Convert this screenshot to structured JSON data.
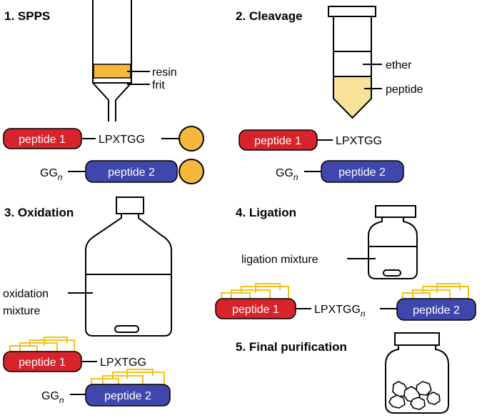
{
  "steps": {
    "spps": "1. SPPS",
    "cleavage": "2. Cleavage",
    "oxidation": "3. Oxidation",
    "ligation": "4. Ligation",
    "final": "5. Final purification"
  },
  "labels": {
    "resin": "resin",
    "frit": "frit",
    "ether": "ether",
    "peptide": "peptide",
    "oxidation_mixture_line1": "oxidation",
    "oxidation_mixture_line2": "mixture",
    "ligation_mixture": "ligation mixture"
  },
  "molecules": {
    "peptide1": "peptide 1",
    "peptide2": "peptide 2",
    "motif": "LPXTGG",
    "gg": "GG",
    "n": "n"
  },
  "colors": {
    "peptide1": "#d7232b",
    "peptide2": "#3f47ad",
    "resin": "#f6b83c",
    "peptide_solution": "#f8e29a",
    "disulfide": "#f2c21b"
  }
}
